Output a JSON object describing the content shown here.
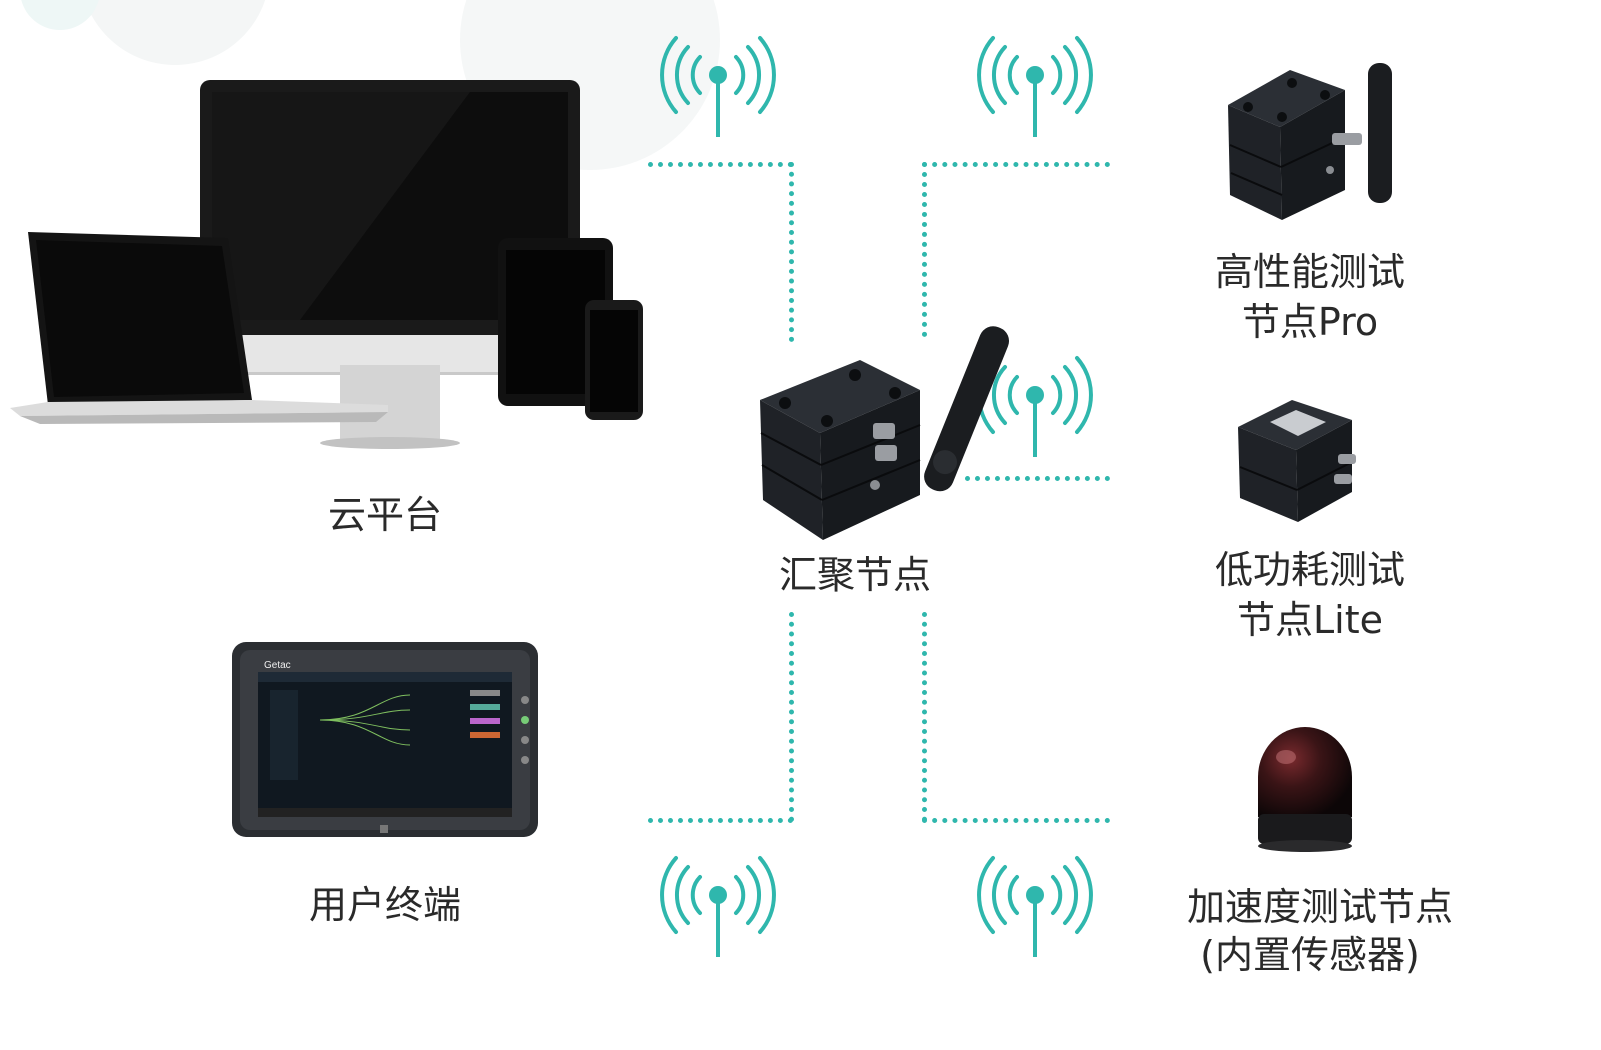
{
  "labels": {
    "cloud_platform": "云平台",
    "user_terminal": "用户终端",
    "aggregation_node": "汇聚节点",
    "pro_node": [
      "高性能测试",
      "节点Pro"
    ],
    "lite_node": [
      "低功耗测试",
      "节点Lite"
    ],
    "accel_node": [
      "加速度测试节点",
      "(内置传感器)"
    ]
  },
  "device_text": {
    "tablet_brand": "Getac"
  },
  "icons": [
    "wifi-signal-icon"
  ],
  "colors": {
    "accent_teal": "#2fb7ad",
    "device_dark": "#1d2126",
    "text": "#2a2a2a"
  }
}
